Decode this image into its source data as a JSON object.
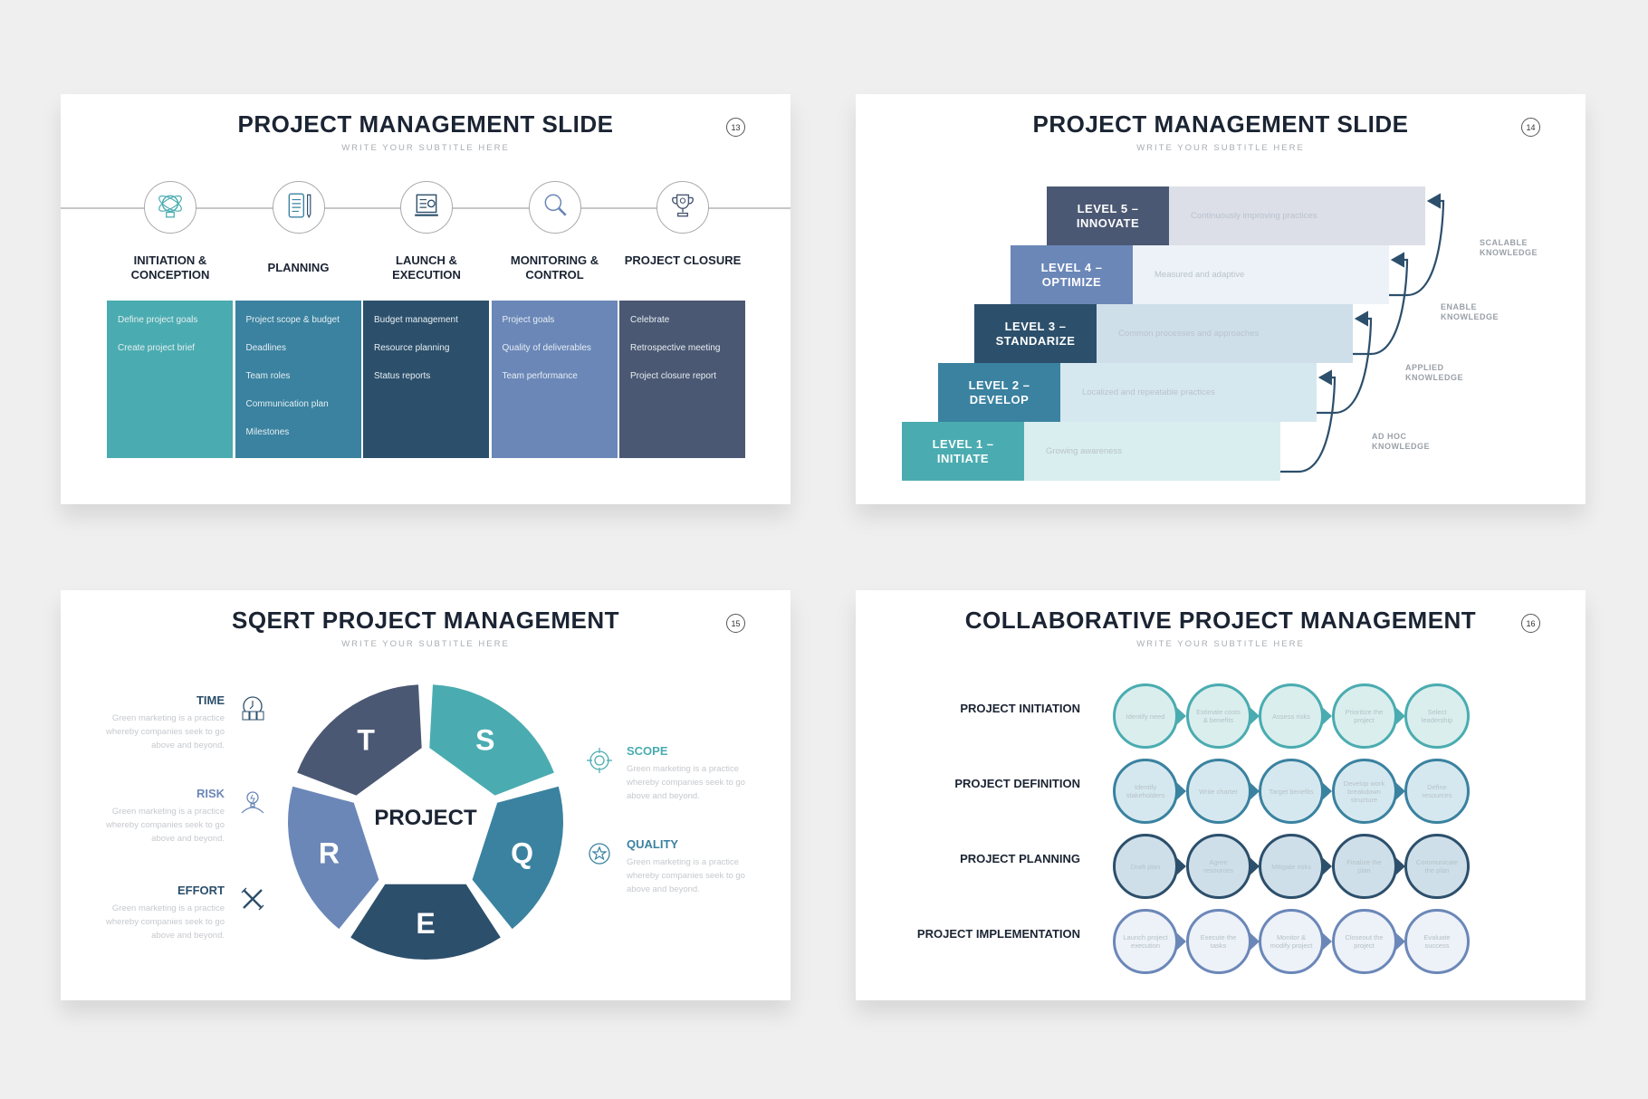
{
  "colors": {
    "teal": "#4aacb0",
    "blue": "#3a82a0",
    "navy": "#2c4f6b",
    "periwinkle": "#6b87b8",
    "slate": "#4b5873"
  },
  "slide1": {
    "title": "PROJECT MANAGEMENT SLIDE",
    "subtitle": "WRITE YOUR SUBTITLE HERE",
    "page": "13",
    "phases": [
      {
        "label": "INITIATION & CONCEPTION",
        "icon": "lightbulb-atom-icon",
        "color": "#4aacb0",
        "items": [
          "Define project goals",
          "Create project brief"
        ]
      },
      {
        "label": "PLANNING",
        "icon": "checklist-pen-icon",
        "color": "#3a82a0",
        "items": [
          "Project scope & budget",
          "Deadlines",
          "Team roles",
          "Communication plan",
          "Milestones"
        ]
      },
      {
        "label": "LAUNCH & EXECUTION",
        "icon": "laptop-gear-icon",
        "color": "#2c4f6b",
        "items": [
          "Budget management",
          "Resource planning",
          "Status reports"
        ]
      },
      {
        "label": "MONITORING & CONTROL",
        "icon": "magnifier-icon",
        "color": "#6b87b8",
        "items": [
          "Project goals",
          "Quality of deliverables",
          "Team performance"
        ]
      },
      {
        "label": "PROJECT CLOSURE",
        "icon": "trophy-icon",
        "color": "#4b5873",
        "items": [
          "Celebrate",
          "Retrospective meeting",
          "Project closure report"
        ]
      }
    ]
  },
  "slide2": {
    "title": "PROJECT MANAGEMENT SLIDE",
    "subtitle": "WRITE YOUR SUBTITLE HERE",
    "page": "14",
    "levels": [
      {
        "label": "LEVEL 5 – INNOVATE",
        "desc": "Continuously improving practices",
        "color": "#4b5873",
        "bg": "#dcdee8"
      },
      {
        "label": "LEVEL 4 – OPTIMIZE",
        "desc": "Measured and adaptive",
        "color": "#6b87b8",
        "bg": "#edf2f8"
      },
      {
        "label": "LEVEL 3 – STANDARIZE",
        "desc": "Common processes and approaches",
        "color": "#2c4f6b",
        "bg": "#cfdfe9"
      },
      {
        "label": "LEVEL 2 – DEVELOP",
        "desc": "Localized and repeatable practices",
        "color": "#3a82a0",
        "bg": "#d6e8ef"
      },
      {
        "label": "LEVEL 1 – INITIATE",
        "desc": "Growing awareness",
        "color": "#4aacb0",
        "bg": "#d9eeee"
      }
    ],
    "knowledge": [
      "SCALABLE KNOWLEDGE",
      "ENABLE KNOWLEDGE",
      "APPLIED KNOWLEDGE",
      "AD HOC KNOWLEDGE"
    ]
  },
  "slide3": {
    "title": "SQERT PROJECT MANAGEMENT",
    "subtitle": "WRITE YOUR SUBTITLE HERE",
    "page": "15",
    "center": "PROJECT",
    "segments": [
      {
        "letter": "T",
        "color": "#4b5873"
      },
      {
        "letter": "S",
        "color": "#4aacb0"
      },
      {
        "letter": "Q",
        "color": "#3a82a0"
      },
      {
        "letter": "E",
        "color": "#2c4f6b"
      },
      {
        "letter": "R",
        "color": "#6b87b8"
      }
    ],
    "left": [
      {
        "title": "TIME",
        "icon": "clock-coins-icon",
        "color": "#2c4f6b",
        "desc": "Green marketing is a practice whereby companies seek to go above and beyond."
      },
      {
        "title": "RISK",
        "icon": "lightbulb-risk-icon",
        "color": "#6b87b8",
        "desc": "Green marketing is a practice whereby companies seek to go above and beyond."
      },
      {
        "title": "EFFORT",
        "icon": "tools-icon",
        "color": "#2c4f6b",
        "desc": "Green marketing is a practice whereby companies seek to go above and beyond."
      }
    ],
    "right": [
      {
        "title": "SCOPE",
        "icon": "target-icon",
        "color": "#4aacb0",
        "desc": "Green marketing is a practice whereby companies seek to go above and beyond."
      },
      {
        "title": "QUALITY",
        "icon": "star-badge-icon",
        "color": "#3a82a0",
        "desc": "Green marketing is a practice whereby companies seek to go above and beyond."
      }
    ]
  },
  "slide4": {
    "title": "COLLABORATIVE PROJECT MANAGEMENT",
    "subtitle": "WRITE YOUR SUBTITLE HERE",
    "page": "16",
    "rows": [
      {
        "label": "PROJECT INITIATION",
        "color": "#4aacb0",
        "fill": "#daeeee",
        "steps": [
          "Identify need",
          "Estimate costs & benefits",
          "Assess risks",
          "Prioritize the project",
          "Select leadership"
        ]
      },
      {
        "label": "PROJECT DEFINITION",
        "color": "#3a82a0",
        "fill": "#d6e8ef",
        "steps": [
          "Identify stakeholders",
          "Write charter",
          "Target benefits",
          "Develop work breakdown structure",
          "Define resources"
        ]
      },
      {
        "label": "PROJECT PLANNING",
        "color": "#2c4f6b",
        "fill": "#cfdfe9",
        "steps": [
          "Draft plan",
          "Agree resources",
          "Mitigate risks",
          "Finalize the plan",
          "Communicate the plan"
        ]
      },
      {
        "label": "PROJECT IMPLEMENTATION",
        "color": "#6b87b8",
        "fill": "#edf1f8",
        "steps": [
          "Launch project execution",
          "Execute the tasks",
          "Monitor & modify project",
          "Closeout the project",
          "Evaluate success"
        ]
      }
    ]
  }
}
